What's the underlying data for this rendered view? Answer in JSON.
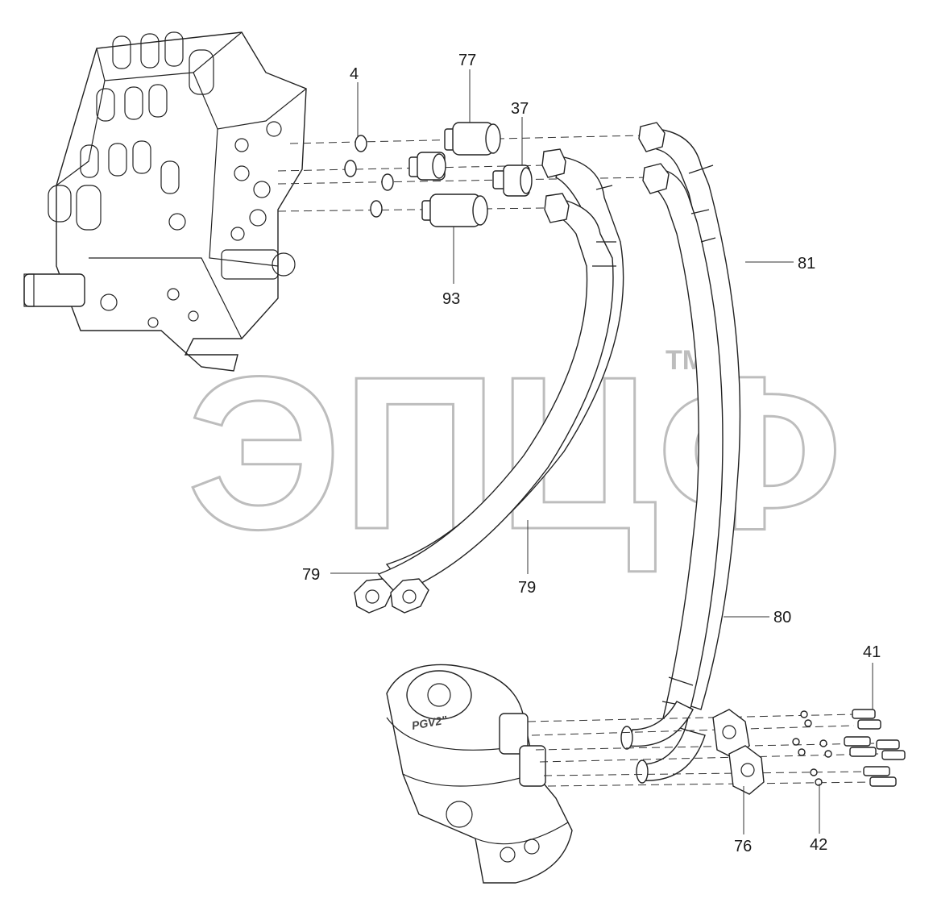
{
  "diagram": {
    "labels": {
      "l4": "4",
      "l77": "77",
      "l37": "37",
      "l93": "93",
      "l81": "81",
      "l79a": "79",
      "l79b": "79",
      "l80": "80",
      "l41": "41",
      "l76": "76",
      "l42": "42"
    },
    "motor_text": "PGV2”",
    "watermark": {
      "text": "ЭПЦФ",
      "trademark": "TM"
    }
  }
}
